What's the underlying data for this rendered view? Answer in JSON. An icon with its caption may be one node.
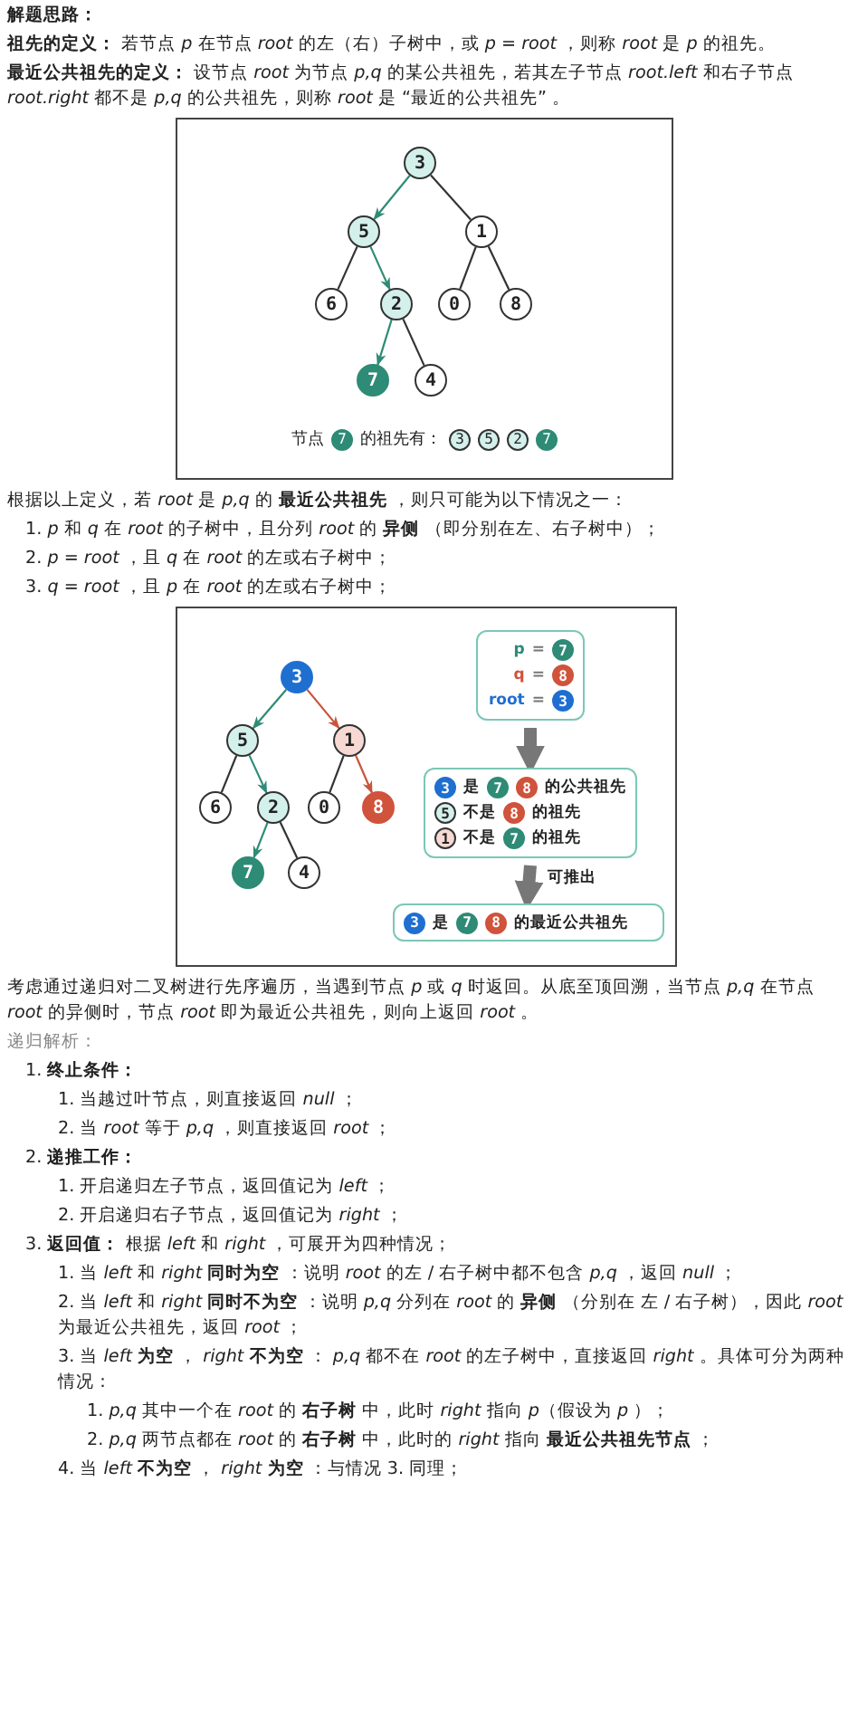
{
  "diagram": {
    "title": "解题思路：",
    "nodes": [
      {
        "text": [],
        "shape": "box"
      },
      {
        "text": [
          "3"
        ],
        "in": 0
      },
      {
        "text": [
          "5"
        ],
        "in": 0
      },
      {
        "text": [
          "1"
        ],
        "in": 0
      },
      {
        "text": [
          "6"
        ],
        "in": 0
      },
      {
        "text": [
          "2"
        ],
        "in": 0
      },
      {
        "text": [
          "0"
        ],
        "in": 0
      },
      {
        "text": [
          "8"
        ],
        "in": 0
      },
      {
        "text": [
          "7"
        ],
        "in": 0
      },
      {
        "text": [
          "4"
        ],
        "in": 0
      },
      {
        "text": [],
        "shape": "box"
      },
      {
        "text": [
          "3"
        ],
        "in": 10
      },
      {
        "text": [
          "5"
        ],
        "in": 10
      },
      {
        "text": [
          "1"
        ],
        "in": 10
      },
      {
        "text": [
          "6"
        ],
        "in": 10
      },
      {
        "text": [
          "2"
        ],
        "in": 10
      },
      {
        "text": [
          "0"
        ],
        "in": 10
      },
      {
        "text": [
          "8"
        ],
        "in": 10
      },
      {
        "text": [
          "7"
        ],
        "in": 10
      },
      {
        "text": [
          "4"
        ],
        "in": 10
      },
      {
        "text": [
          "p",
          "=",
          "7",
          "q",
          "=",
          "8",
          "root",
          "=",
          "3"
        ],
        "in": 10
      },
      {
        "text": [
          "3",
          "是",
          "7",
          "8",
          "的公共祖先",
          "5",
          "不是",
          "8",
          "的祖先",
          "1",
          "不是",
          "7",
          "的祖先"
        ],
        "in": 10
      },
      {
        "text": [
          "3",
          "是",
          "7",
          "8",
          "的最近公共祖先"
        ],
        "in": 10
      }
    ],
    "edges": [
      {
        "from": 1,
        "to": 2,
        "arrow": "to",
        "color": "#2e8b76"
      },
      {
        "from": 1,
        "to": 3,
        "arrow": "none"
      },
      {
        "from": 2,
        "to": 4,
        "arrow": "none"
      },
      {
        "from": 2,
        "to": 5,
        "arrow": "to",
        "color": "#2e8b76"
      },
      {
        "from": 3,
        "to": 6,
        "arrow": "none"
      },
      {
        "from": 3,
        "to": 7,
        "arrow": "none"
      },
      {
        "from": 5,
        "to": 8,
        "arrow": "to",
        "color": "#2e8b76"
      },
      {
        "from": 5,
        "to": 9,
        "arrow": "none"
      },
      {
        "from": 11,
        "to": 12,
        "arrow": "to",
        "color": "#2e8b76"
      },
      {
        "from": 11,
        "to": 13,
        "arrow": "to",
        "color": "#c8553d"
      },
      {
        "from": 12,
        "to": 14,
        "arrow": "none"
      },
      {
        "from": 12,
        "to": 15,
        "arrow": "to",
        "color": "#2e8b76"
      },
      {
        "from": 13,
        "to": 16,
        "arrow": "none"
      },
      {
        "from": 13,
        "to": 17,
        "arrow": "to",
        "color": "#c8553d"
      },
      {
        "from": 15,
        "to": 18,
        "arrow": "to",
        "color": "#2e8b76"
      },
      {
        "from": 15,
        "to": 19,
        "arrow": "none"
      },
      {
        "from": 20,
        "to": 21,
        "arrow": "to",
        "style": "thick",
        "color": "#777777"
      },
      {
        "from": 21,
        "to": 22,
        "arrow": "to",
        "style": "thick",
        "color": "#777777",
        "label": "可推出"
      }
    ],
    "labels": [
      "**祖先的定义：** 若节点 *p* 在节点 *root* 的左（右）子树中，或 *p = root* ，则称 *root* 是 *p* 的祖先。",
      "**最近公共祖先的定义：** 设节点 *root* 为节点 *p,q* 的某公共祖先，若其左子节点 *root.left* 和右子节点 *root.right* 都不是 *p,q* 的公共祖先，则称 *root* 是 “最近的公共祖先” 。",
      "节点",
      "7",
      "的祖先有：",
      "3",
      "5",
      "2",
      "7",
      "根据以上定义，若 *root* 是 *p,q* 的 **最近公共祖先** ，则只可能为以下情况之一：",
      "1. *p* 和 *q* 在 *root* 的子树中，且分列 *root* 的 **异侧** （即分别在左、右子树中）；",
      "2. *p = root* ，且 *q* 在 *root* 的左或右子树中；",
      "3. *q = root* ，且 *p* 在 *root* 的左或右子树中；",
      "考虑通过递归对二叉树进行先序遍历，当遇到节点 *p* 或 *q* 时返回。从底至顶回溯，当节点 *p,q* 在节点 *root* 的异侧时，节点 *root* 即为最近公共祖先，则向上返回 *root* 。",
      "递归解析：",
      "1. **终止条件：**",
      "1. 当越过叶节点，则直接返回 *null* ；",
      "2. 当 *root* 等于 *p,q* ，则直接返回 *root* ；",
      "2. **递推工作：**",
      "1. 开启递归左子节点，返回值记为 *left* ；",
      "2. 开启递归右子节点，返回值记为 *right* ；",
      "3. **返回值：** 根据 *left* 和 *right* ，可展开为四种情况；",
      "1. 当 *left* 和 *right* **同时为空** ：说明 *root* 的左 / 右子树中都不包含 *p,q* ，返回 *null* ；",
      "2. 当 *left* 和 *right* **同时不为空** ：说明 *p,q* 分列在 *root* 的 **异侧** （分别在 左 / 右子树），因此 *root* 为最近公共祖先，返回 *root* ；",
      "3. 当 *left* **为空** ， *right* **不为空** ： *p,q* 都不在 *root* 的左子树中，直接返回 *right* 。具体可分为两种情况：",
      "1. *p,q* 其中一个在 *root* 的 **右子树** 中，此时 *right* 指向 *p*（假设为 *p* ）；",
      "2. *p,q* 两节点都在 *root* 的 **右子树** 中，此时的 *right* 指向 **最近公共祖先节点** ；",
      "4. 当 *left* **不为空** ， *right* **为空** ：与情况 3. 同理；"
    ]
  }
}
